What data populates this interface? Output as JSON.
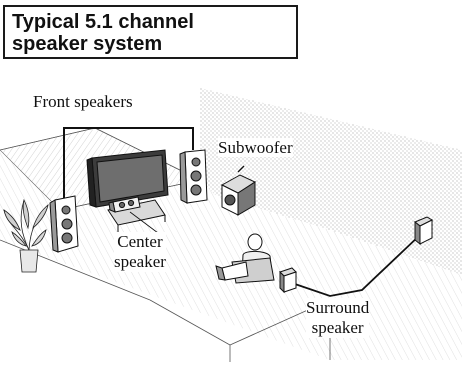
{
  "title": {
    "line1": "Typical 5.1 channel",
    "line2": "speaker system"
  },
  "labels": {
    "front_speakers": "Front speakers",
    "subwoofer": "Subwoofer",
    "center_line1": "Center",
    "center_line2": "speaker",
    "surround_line1": "Surround",
    "surround_line2": "speaker"
  }
}
